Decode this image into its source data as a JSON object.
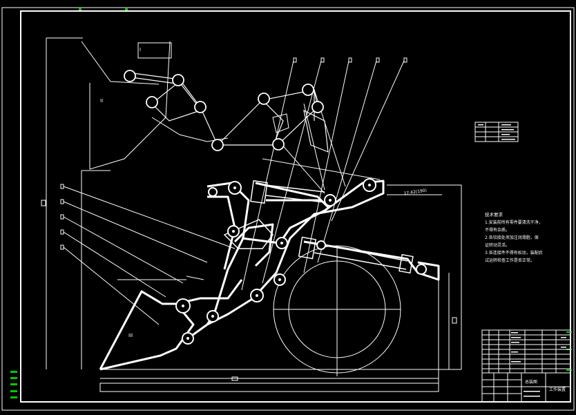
{
  "drawing": {
    "title_block": {
      "drawing_title": "工作装置",
      "assembly_label": "总装图"
    },
    "technical_notes": {
      "heading": "技术要求",
      "lines": [
        "1.安装前所有零件要清洗干净，",
        "不得有杂质。",
        "2.各铰接处须加注润滑脂，保",
        "证转动灵活。",
        "3.各连接件不得有松动，装配后",
        "试运转检查工作是否正常。"
      ]
    },
    "dimension_label": "17:42(190)",
    "part_labels": [
      "I",
      "II",
      "III"
    ],
    "colors": {
      "line": "#ffffff",
      "background": "#000000",
      "marker": "#00cc00"
    }
  }
}
